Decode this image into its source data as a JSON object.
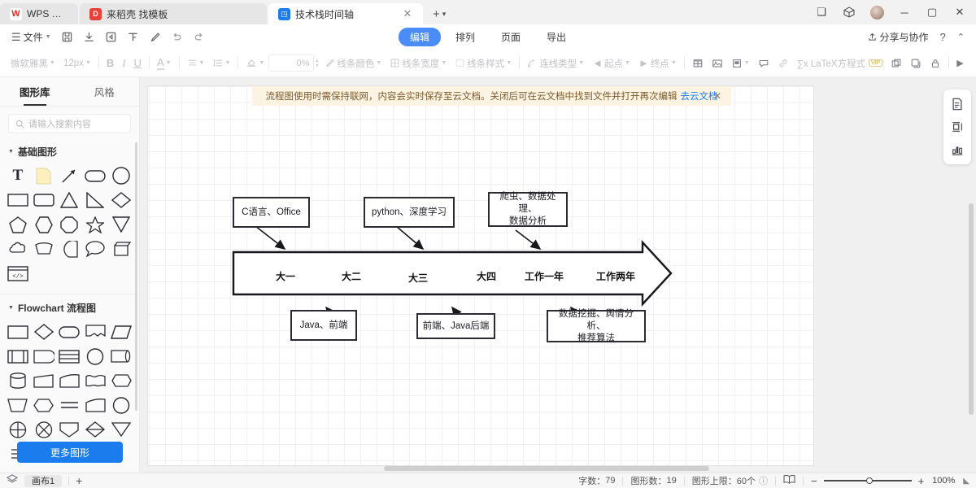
{
  "window": {
    "tabs": [
      {
        "label": "WPS Office",
        "icon": "wps-logo-icon",
        "active": false
      },
      {
        "label": "来稻壳 找模板",
        "icon": "docer-icon",
        "active": false
      },
      {
        "label": "技术栈时间轴",
        "icon": "flowchart-icon",
        "active": true
      }
    ],
    "new_tab_label": "+",
    "controls": [
      "sidebar-icon",
      "cube-icon",
      "avatar",
      "minimize",
      "maximize",
      "close"
    ]
  },
  "toolbar": {
    "file_menu": "文件",
    "icons": [
      "menu-icon",
      "save-icon",
      "download-icon",
      "export-icon",
      "format-painter-icon",
      "pen-icon",
      "undo-icon",
      "redo-icon"
    ],
    "modes": [
      {
        "label": "编辑",
        "active": true
      },
      {
        "label": "排列",
        "active": false
      },
      {
        "label": "页面",
        "active": false
      },
      {
        "label": "导出",
        "active": false
      }
    ],
    "share_label": "分享与协作",
    "help_label": "?",
    "collapse_label": "⌃"
  },
  "format_bar": {
    "font_family": "微软雅黑",
    "font_size": "12px",
    "bold": "B",
    "italic": "I",
    "underline": "U",
    "font_color": "A",
    "align": "align-icon",
    "line_spacing": "line-spacing-icon",
    "fill": "fill-icon",
    "opacity_value": "0%",
    "line_color": "线条颜色",
    "line_width": "线条宽度",
    "line_style": "线条样式",
    "connector_type": "连线类型",
    "start_point": "起点",
    "end_point": "终点",
    "table_icon": "table-icon",
    "image_icon": "image-icon",
    "media_icon": "media-icon",
    "comment_icon": "comment-icon",
    "link_icon": "link-icon",
    "latex_label": "∑x LaTeX方程式",
    "latex_badge": "VIP",
    "group_icon": "group-icon",
    "copy_style_icon": "copy-style-icon",
    "lock_icon": "lock-icon",
    "overflow_icon": "more-icon"
  },
  "left_panel": {
    "tabs": [
      {
        "label": "图形库",
        "active": true
      },
      {
        "label": "风格",
        "active": false
      }
    ],
    "search_placeholder": "请输入搜索内容",
    "sections": [
      {
        "title": "基础图形",
        "shapes": [
          "text-T",
          "note",
          "arrow-line",
          "rounded-rect",
          "circle",
          "rectangle",
          "rounded-rectangle",
          "triangle",
          "right-triangle",
          "diamond",
          "pentagon",
          "hexagon",
          "octagon",
          "star",
          "inverted-triangle",
          "cloud",
          "banner",
          "pac",
          "speech-bubble",
          "cube-face",
          "code-window"
        ]
      },
      {
        "title": "Flowchart 流程图",
        "shapes": [
          "process",
          "decision",
          "terminator",
          "document",
          "parallelogram",
          "predefined-process",
          "internal-storage",
          "table",
          "connector-circle",
          "capsule",
          "cylinder",
          "trapezoid-right",
          "manual-input",
          "wave-document",
          "hexagon-flat",
          "trapezoid",
          "preparation",
          "parallel-lines",
          "card",
          "circle-flow",
          "summing-junction",
          "or-gate",
          "shield",
          "merge-diamond",
          "extract-triangle",
          "brace-right-1",
          "brace-left",
          "brace-right-2",
          "brace-left-2"
        ]
      }
    ],
    "more_button": "更多图形"
  },
  "canvas": {
    "banner": {
      "text": "流程图使用时需保持联网，内容会实时保存至云文档。关闭后可在云文档中找到文件并打开再次编辑",
      "link": "去云文档",
      "close": "✕"
    },
    "diagram": {
      "title": "技术栈时间轴",
      "timeline_ticks": [
        "大一",
        "大二",
        "大三",
        "大四",
        "工作一年",
        "工作两年"
      ],
      "top_nodes": [
        {
          "text": "C语言、Office",
          "target_tick": "大一"
        },
        {
          "text": "python、深度学习",
          "target_tick": "大三"
        },
        {
          "text": "爬虫、数据处理、\n数据分析",
          "target_tick": "工作一年"
        }
      ],
      "top_nodes_line1": [
        "C语言、Office",
        "python、深度学习",
        "爬虫、数据处理、"
      ],
      "top_nodes_line2": [
        "",
        "",
        "数据分析"
      ],
      "bottom_nodes_line1": [
        "Java、前端",
        "前端、Java后端",
        "数据挖掘、舆情分析、"
      ],
      "bottom_nodes_line2": [
        "",
        "",
        "推荐算法"
      ],
      "bottom_nodes": [
        {
          "text": "Java、前端",
          "source_tick": "大二"
        },
        {
          "text": "前端、Java后端",
          "source_tick": "大四"
        },
        {
          "text": "数据挖掘、舆情分析、\n推荐算法",
          "source_tick": "工作两年"
        }
      ]
    }
  },
  "right_panel": {
    "buttons": [
      "page-setup-icon",
      "layout-icon",
      "chart-icon"
    ]
  },
  "status_bar": {
    "layers_icon": "layers-icon",
    "sheet_name": "画布1",
    "add_sheet": "+",
    "word_count_label": "字数：",
    "word_count": "79",
    "shape_count_label": "图形数：",
    "shape_count": "19",
    "shape_limit_label": "图形上限：",
    "shape_limit": "60个",
    "help_icon": "question-icon",
    "view_icon": "book-icon",
    "zoom_out": "−",
    "zoom_in": "+",
    "zoom_level": "100%"
  },
  "colors": {
    "accent_blue": "#1a7ced",
    "mode_active": "#4a8df8",
    "banner_bg": "#fdf3e3",
    "node_border": "#2b2b33",
    "panel_bg": "#fafafa"
  }
}
